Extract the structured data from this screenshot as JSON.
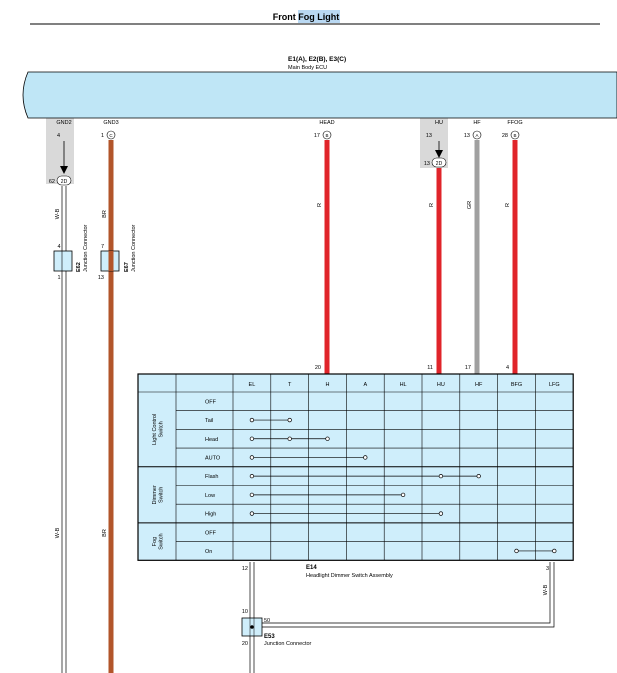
{
  "title": {
    "prefix": "Front ",
    "highlight": "Fog Light"
  },
  "ecu": {
    "name": "E1(A), E2(B), E3(C)",
    "subtitle": "Main Body ECU"
  },
  "pins": {
    "gnd2": {
      "label": "GND2",
      "pin": "4"
    },
    "gnd3": {
      "label": "GND3",
      "pin": "1",
      "conn": "C"
    },
    "head": {
      "label": "HEAD",
      "pin": "17",
      "conn": "B"
    },
    "hu": {
      "label": "HU",
      "pin": "13",
      "pin2": "13",
      "conn2": "2D"
    },
    "hf": {
      "label": "HF",
      "pin": "13",
      "conn": "A"
    },
    "ffog": {
      "label": "FFOG",
      "pin": "28",
      "conn": "B"
    }
  },
  "gnd2_conn": {
    "pin": "62",
    "conn": "2D"
  },
  "wires": {
    "gnd2": "W-B",
    "gnd3": "BR",
    "head": "R",
    "hu": "R",
    "hf": "GR",
    "ffog": "R",
    "e53_right": "W-B",
    "left_low": "W-B",
    "br_low": "BR"
  },
  "junctions": {
    "e62": {
      "id": "E62",
      "name": "Junction Connector",
      "pin_top": "4",
      "pin_bottom": "1"
    },
    "e67": {
      "id": "E67",
      "name": "Junction Connector",
      "pin_top": "7",
      "pin_bottom": "13"
    },
    "e53": {
      "id": "E53",
      "name": "Junction Connector",
      "pin_top": "10",
      "pin_bottom": "20",
      "pin_right": "50"
    }
  },
  "switch": {
    "id": "E14",
    "name": "Headlight Dimmer Switch Assembly",
    "columns": [
      "EL",
      "T",
      "H",
      "A",
      "HL",
      "HU",
      "HF",
      "BFG",
      "LFG"
    ],
    "column_pins": {
      "H": "20",
      "HU": "11",
      "HF": "17",
      "BFG": "4"
    },
    "groups": [
      {
        "name": "Light Control Switch",
        "rows": [
          "OFF",
          "Tail",
          "Head",
          "AUTO"
        ]
      },
      {
        "name": "Dimmer Switch",
        "rows": [
          "Flash",
          "Low",
          "High"
        ]
      },
      {
        "name": "Fog Switch",
        "rows": [
          "OFF",
          "On"
        ]
      }
    ],
    "connections": [
      {
        "row": "Tail",
        "from": "EL",
        "to": "T",
        "dots": [
          "EL",
          "T"
        ]
      },
      {
        "row": "Head",
        "from": "EL",
        "to": "H",
        "dots": [
          "EL",
          "T",
          "H"
        ]
      },
      {
        "row": "AUTO",
        "from": "EL",
        "to": "A",
        "dots": [
          "EL",
          "A"
        ]
      },
      {
        "row": "Flash",
        "from": "EL",
        "to": "HF",
        "dots": [
          "EL",
          "HU",
          "HF"
        ]
      },
      {
        "row": "Low",
        "from": "EL",
        "to": "HL",
        "dots": [
          "EL",
          "HL"
        ]
      },
      {
        "row": "High",
        "from": "EL",
        "to": "HU",
        "dots": [
          "EL",
          "HU"
        ]
      },
      {
        "row": "On",
        "from": "BFG",
        "to": "LFG",
        "dots": [
          "BFG",
          "LFG"
        ]
      }
    ],
    "bottom_pins": {
      "left": "12",
      "right": "3"
    }
  },
  "colors": {
    "ecu_fill": "#bfe6f6",
    "switch_fill": "#cfeefb",
    "red": "#e0242a",
    "brown": "#b2552a",
    "gray": "#a0a0a0",
    "shade": "#d9d9d9",
    "highlight": "#b9d8f2"
  }
}
